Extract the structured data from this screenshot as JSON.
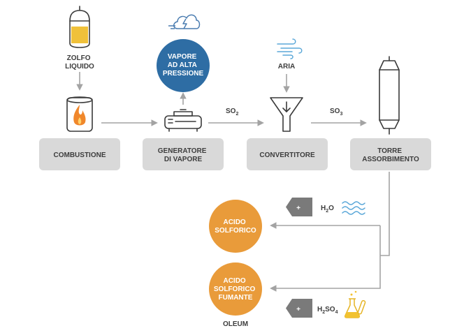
{
  "nodes": {
    "zolfo": {
      "line1": "ZOLFO",
      "line2": "LIQUIDO"
    },
    "vapore": {
      "line1": "VAPORE",
      "line2": "AD ALTA",
      "line3": "PRESSIONE"
    },
    "aria": {
      "label": "ARIA"
    },
    "combustione": {
      "label": "COMBUSTIONE"
    },
    "generatore": {
      "line1": "GENERATORE",
      "line2": "DI VAPORE"
    },
    "convertitore": {
      "label": "CONVERTITORE"
    },
    "torre": {
      "line1": "TORRE",
      "line2": "ASSORBIMENTO"
    },
    "acido": {
      "line1": "ACIDO",
      "line2": "SOLFORICO"
    },
    "fumante": {
      "line1": "ACIDO",
      "line2": "SOLFORICO",
      "line3": "FUMANTE"
    },
    "oleum": {
      "label": "OLEUM"
    }
  },
  "flows": {
    "so2": {
      "main": "SO",
      "sub": "2"
    },
    "so3": {
      "main": "SO",
      "sub": "3"
    }
  },
  "additions": {
    "water": {
      "plus": "+",
      "h": "H",
      "sub": "2",
      "o": "O"
    },
    "acid": {
      "plus": "+",
      "h": "H",
      "sub1": "2",
      "so": "SO",
      "sub2": "4"
    }
  },
  "colors": {
    "steam_circle": "#2e6da4",
    "acid_circle": "#e99b3a",
    "box": "#d9d9d9",
    "connector": "#a3a3a3",
    "water_icon": "#5aa7d8",
    "flask_icon": "#f2c230",
    "flame": "#f0872b",
    "liquid_sulfur": "#f0c13a"
  },
  "icons": [
    "tank-icon",
    "flame-icon",
    "steam-generator-icon",
    "cloud-icon",
    "wind-icon",
    "funnel-icon",
    "tower-icon",
    "water-wave-icon",
    "flask-icon",
    "plus-chevron-icon"
  ]
}
